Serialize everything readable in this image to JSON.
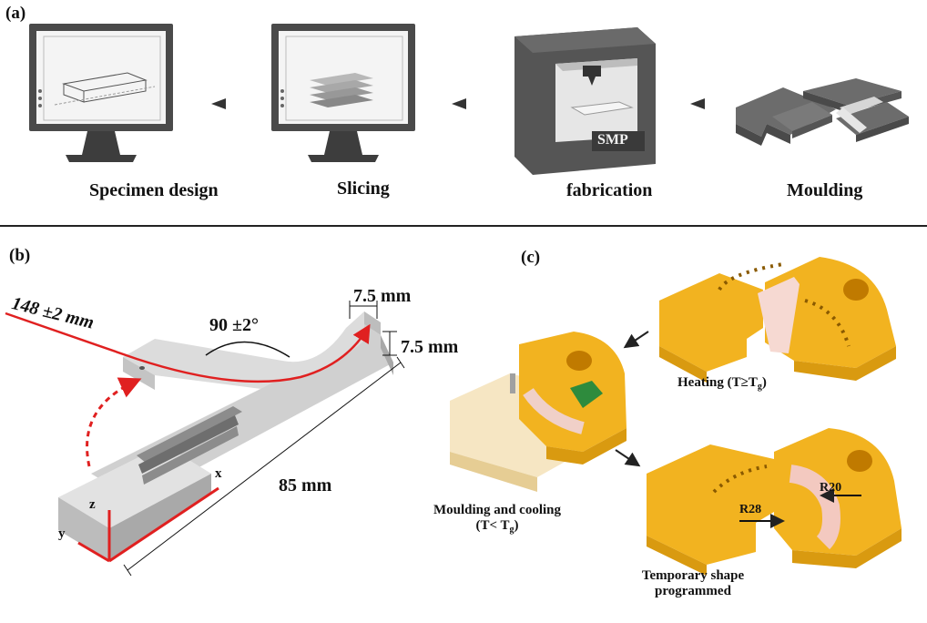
{
  "panel_a": {
    "label": "(a)",
    "steps": [
      {
        "label": "Specimen design",
        "icon": "monitor-box-icon"
      },
      {
        "label": "Slicing",
        "icon": "monitor-layers-icon"
      },
      {
        "label": "fabrication",
        "icon": "printer-icon"
      },
      {
        "label": "Moulding",
        "icon": "mould-parts-icon"
      }
    ],
    "printer_badge": "SMP"
  },
  "panel_b": {
    "label": "(b)",
    "dims": {
      "length_arc": "148 ±2 mm",
      "angle": "90 ±2°",
      "width": "7.5 mm",
      "height": "7.5 mm",
      "length": "85 mm"
    },
    "axes": {
      "x": "x",
      "y": "y",
      "z": "z"
    }
  },
  "panel_c": {
    "label": "(c)",
    "heating_label": "Heating (T≥T",
    "heating_sub": "g",
    "heating_end": ")",
    "moulding_line1": "Moulding and cooling",
    "moulding_line2": "(T< T",
    "moulding_sub": "g",
    "moulding_end": ")",
    "temp_line1": "Temporary shape",
    "temp_line2": "programmed",
    "r20": "R20",
    "r28": "R28"
  },
  "colors": {
    "mould": "#f2b320",
    "mould_dark": "#d99a10",
    "specimen": "#d9d9d9",
    "red": "#e02020",
    "gray": "#5a5a5a"
  }
}
